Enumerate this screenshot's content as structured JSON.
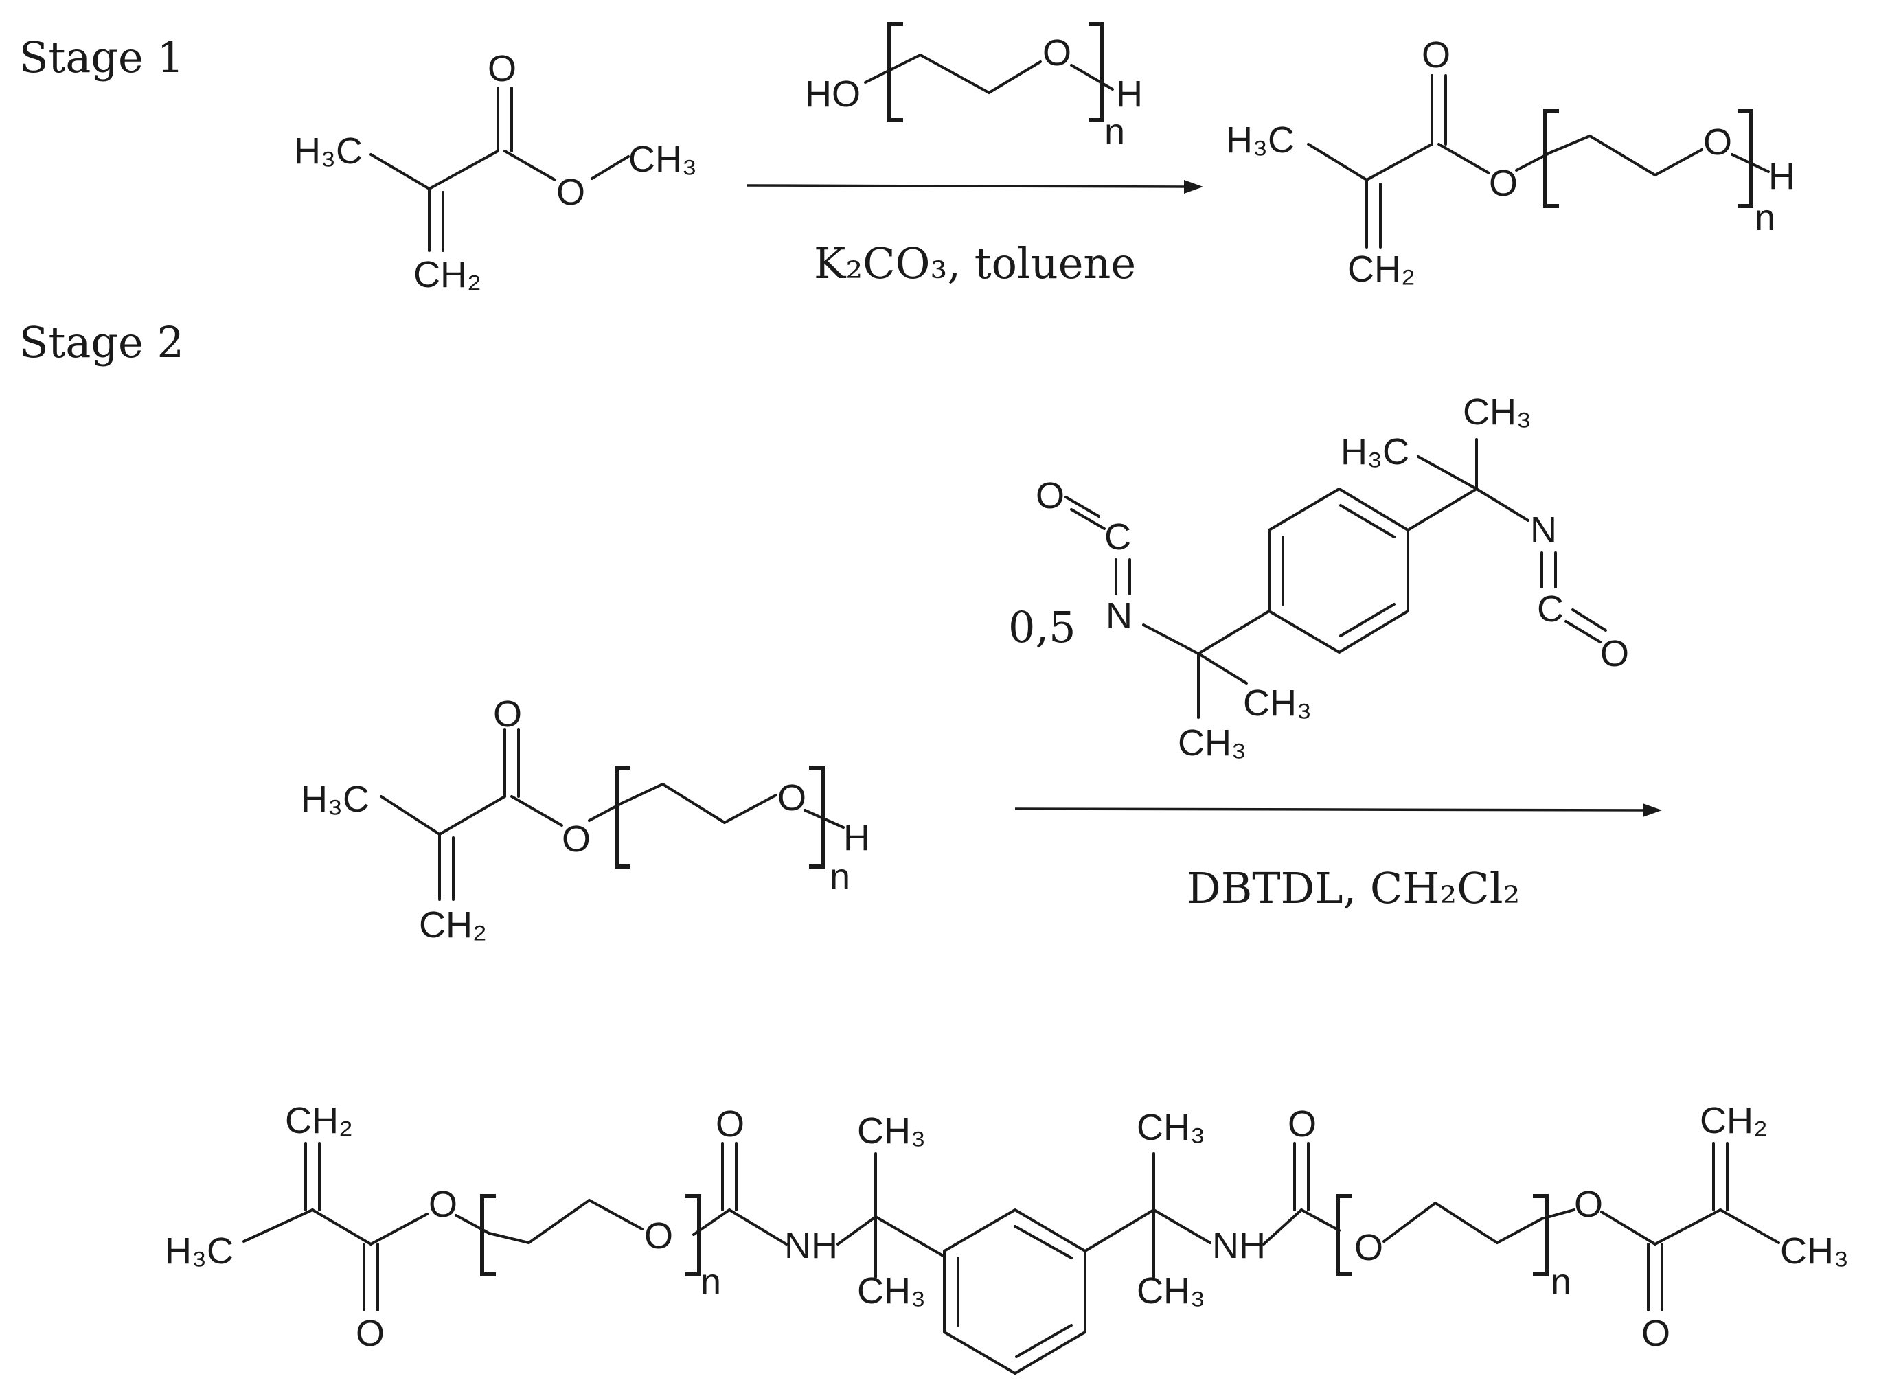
{
  "stages": {
    "stage1_label": "Stage 1",
    "stage2_label": "Stage 2"
  },
  "reaction1": {
    "conditions_below": "K₂CO₃, toluene"
  },
  "reaction2": {
    "coefficient": "0,5",
    "conditions_below": "DBTDL, CH₂Cl₂"
  },
  "atoms": {
    "O": "O",
    "H": "H",
    "n": "n",
    "HO": "HO",
    "NH": "NH",
    "N": "N",
    "C": "C",
    "CH3": "CH₃",
    "H3C": "H₃C",
    "CH2": "CH₂"
  },
  "colors": {
    "ink": "#1a1a1a",
    "background": "#ffffff"
  }
}
